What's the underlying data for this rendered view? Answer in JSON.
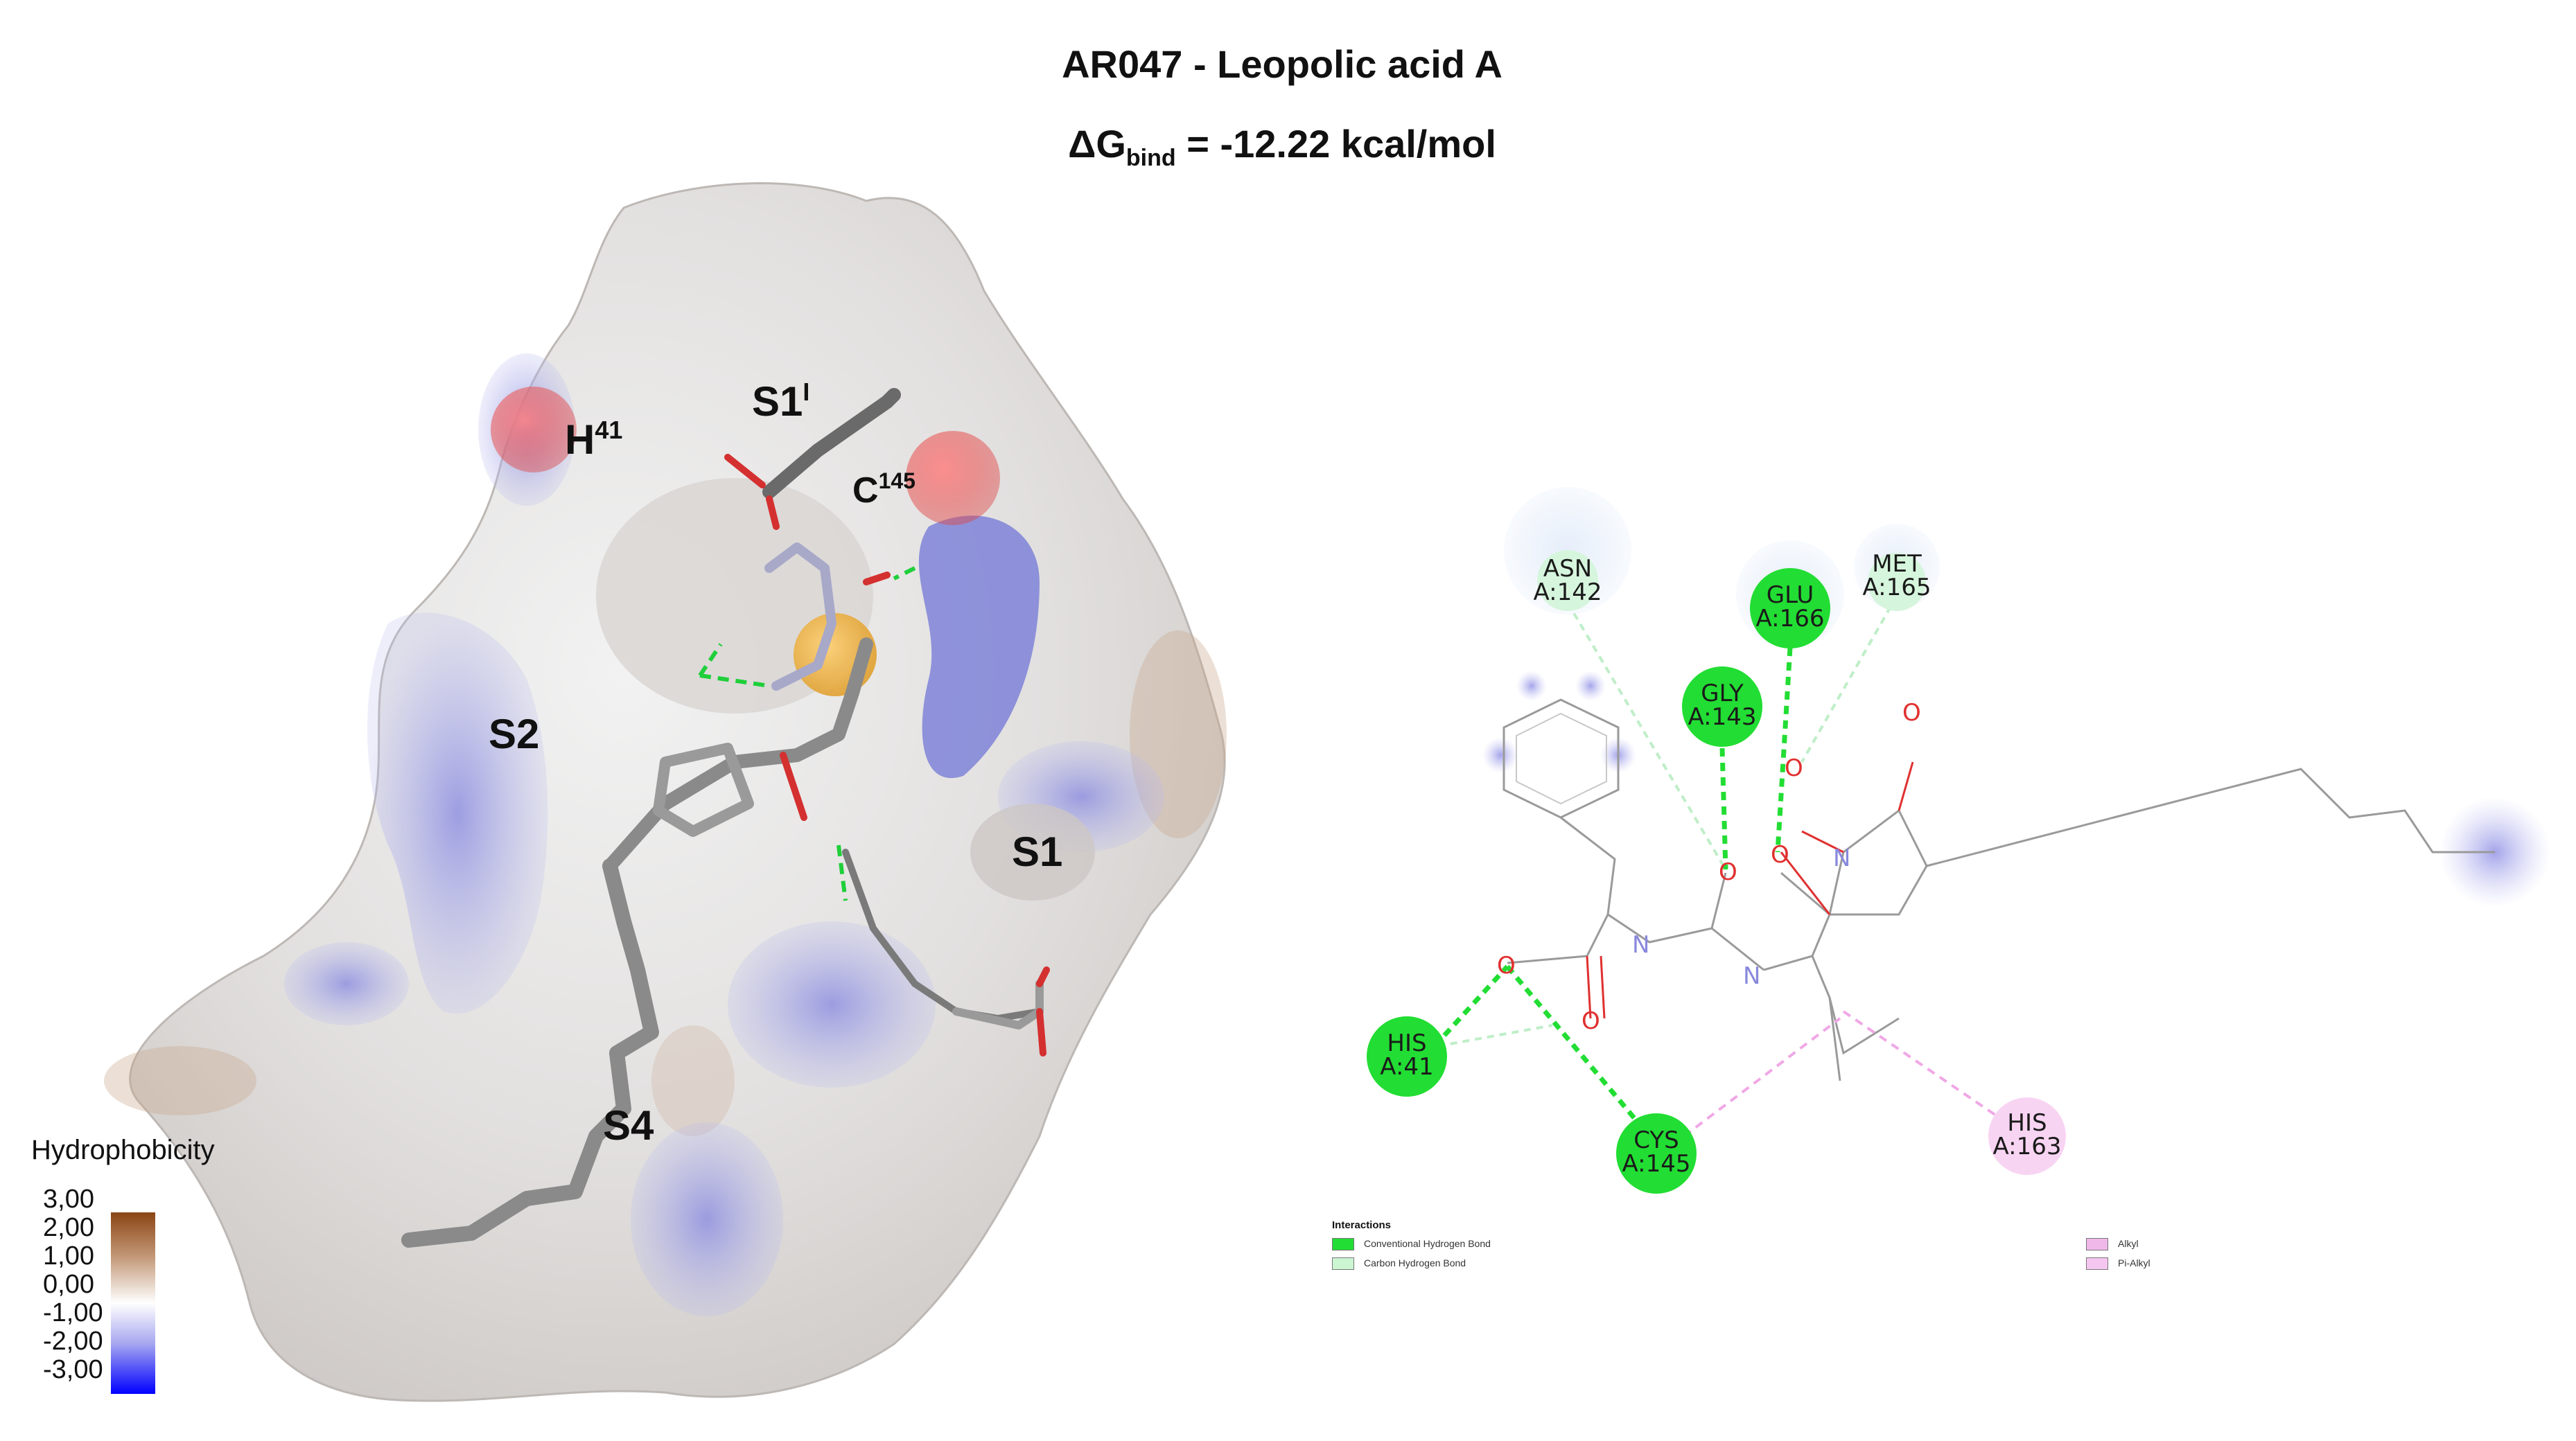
{
  "figure": {
    "title": "AR047 - Leopolic acid A",
    "binding_energy": {
      "prefix": "ΔG",
      "subscript": "bind",
      "value": "= -12.22 kcal/mol"
    }
  },
  "surface_view": {
    "site_labels": {
      "s1prime": "S1",
      "s1prime_sup": "I",
      "h41": "H",
      "h41_sup": "41",
      "c145": "C",
      "c145_sup": "145",
      "s2": "S2",
      "s1": "S1",
      "s4": "S4"
    },
    "hydrophobicity_legend": {
      "title": "Hydrophobicity",
      "ticks": [
        "3,00",
        "2,00",
        "1,00",
        "0,00",
        "-1,00",
        "-2,00",
        "-3,00"
      ],
      "colors": {
        "max": "#8b4513",
        "mid": "#ffffff",
        "min": "#0000ff"
      }
    }
  },
  "interaction_map": {
    "residues": [
      {
        "name": "ASN",
        "id": "A:142",
        "type": "carbon-hydrogen"
      },
      {
        "name": "GLU",
        "id": "A:166",
        "type": "conventional-hydrogen"
      },
      {
        "name": "MET",
        "id": "A:165",
        "type": "carbon-hydrogen"
      },
      {
        "name": "GLY",
        "id": "A:143",
        "type": "conventional-hydrogen"
      },
      {
        "name": "HIS",
        "id": "A:41",
        "type": "conventional-hydrogen"
      },
      {
        "name": "CYS",
        "id": "A:145",
        "type": "conventional-hydrogen"
      },
      {
        "name": "HIS",
        "id": "A:163",
        "type": "alkyl"
      }
    ],
    "atom_labels": {
      "oxygen": "O",
      "nitrogen": "N"
    },
    "legend": {
      "title": "Interactions",
      "items": [
        {
          "label": "Conventional Hydrogen Bond",
          "color": "#22dd33"
        },
        {
          "label": "Carbon Hydrogen Bond",
          "color": "#ccf5d2"
        },
        {
          "label": "Alkyl",
          "color": "#f0b8e8"
        },
        {
          "label": "Pi-Alkyl",
          "color": "#f5c6f0"
        }
      ]
    }
  }
}
